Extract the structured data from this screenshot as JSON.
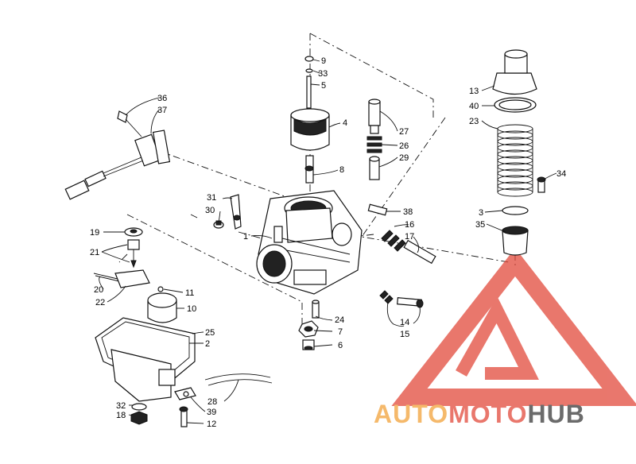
{
  "watermark": {
    "part1": "AUTO",
    "part2": "MOTO",
    "part3": "HUB",
    "color_light": "#f2a23a",
    "color_red": "#e24a3c",
    "color_dark": "#3a3a3a"
  },
  "labels": [
    "1",
    "2",
    "3",
    "4",
    "5",
    "6",
    "7",
    "8",
    "9",
    "10",
    "11",
    "12",
    "13",
    "14",
    "15",
    "16",
    "17",
    "18",
    "19",
    "20",
    "21",
    "22",
    "23",
    "24",
    "25",
    "26",
    "27",
    "28",
    "29",
    "30",
    "31",
    "32",
    "33",
    "34",
    "35",
    "36",
    "37",
    "38",
    "39",
    "40"
  ]
}
